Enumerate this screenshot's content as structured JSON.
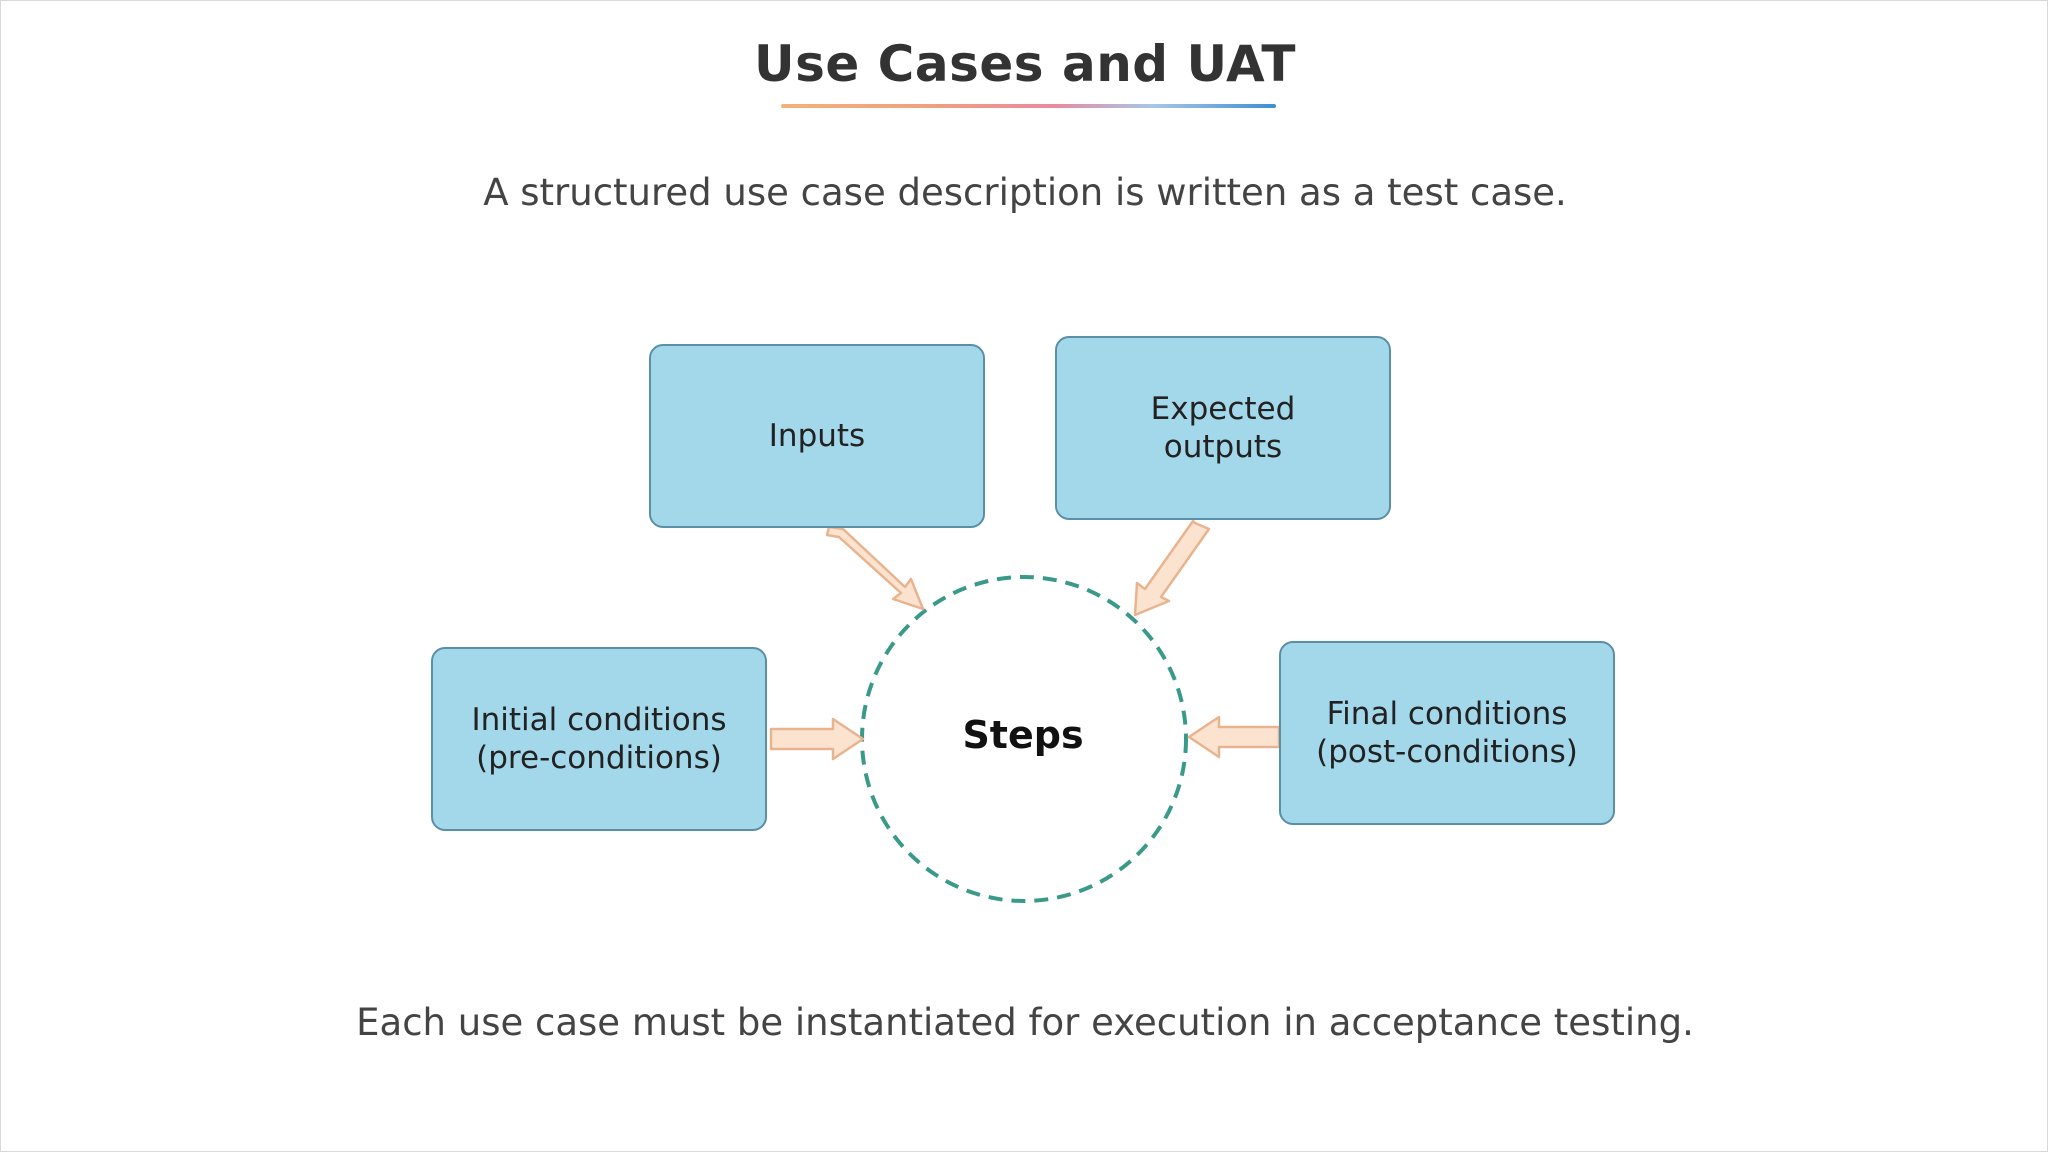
{
  "slide": {
    "title": "Use Cases and UAT",
    "subtitle": "A structured use case description is written as a test case.",
    "footer": "Each use case must be instantiated for execution in acceptance testing."
  },
  "diagram": {
    "center": "Steps",
    "boxes": {
      "inputs": "Inputs",
      "expected_outputs": "Expected\noutputs",
      "initial_conditions": "Initial conditions\n(pre-conditions)",
      "final_conditions": "Final conditions\n(post-conditions)"
    }
  },
  "colors": {
    "box_fill": "#a3d7ea",
    "box_border": "#5b8fa6",
    "circle_stroke": "#3a9a8a",
    "arrow_fill": "#fbe3cf",
    "arrow_stroke": "#e8b48f"
  }
}
